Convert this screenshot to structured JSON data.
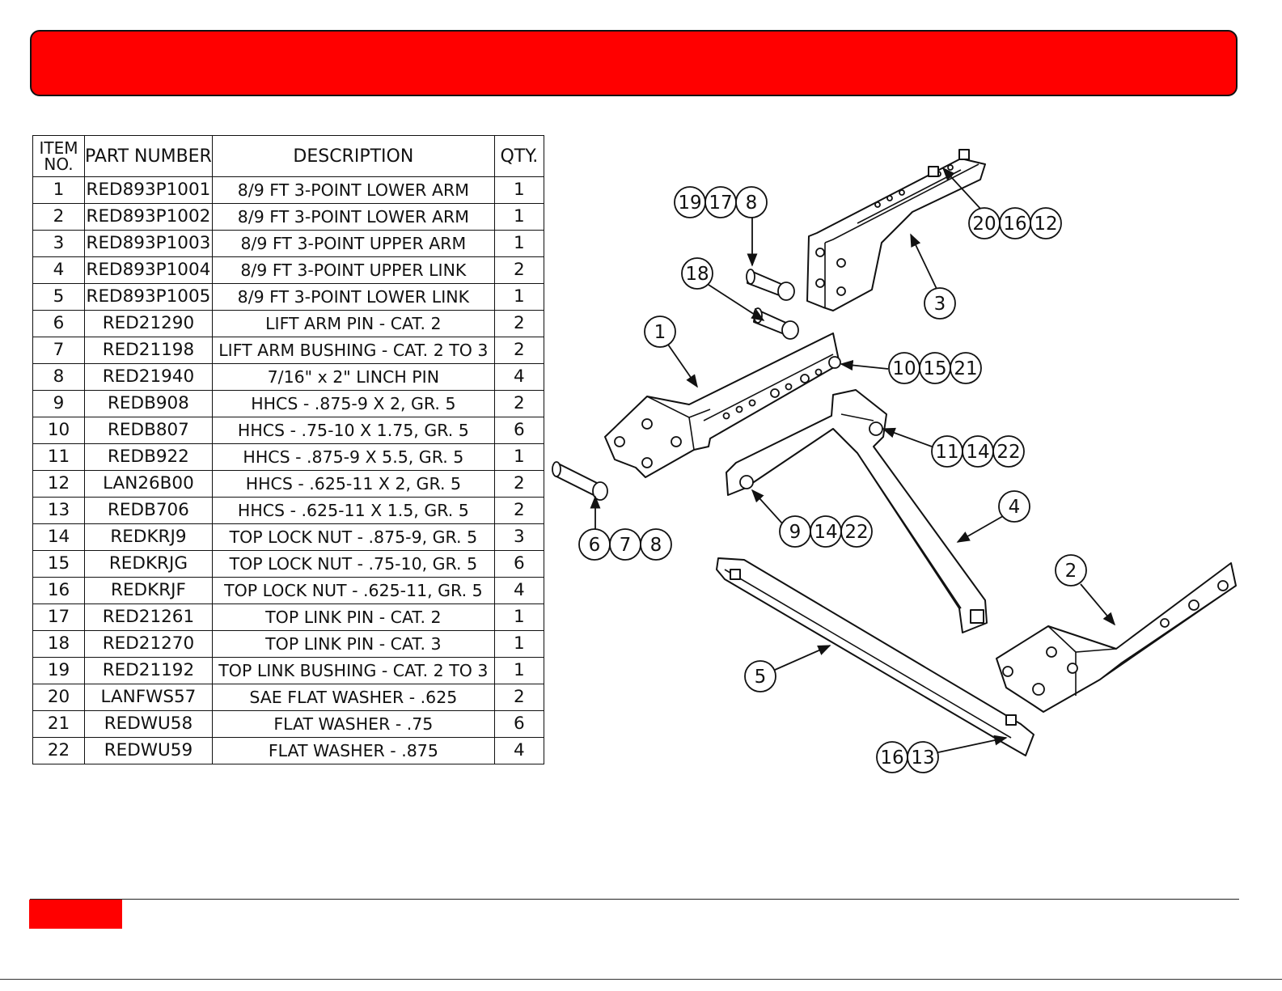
{
  "colors": {
    "header": "#ff0000",
    "footer_tab": "#ff0000",
    "line": "#111111"
  },
  "table": {
    "headers": {
      "item": [
        "ITEM",
        "NO."
      ],
      "part": "PART NUMBER",
      "desc": "DESCRIPTION",
      "qty": "QTY."
    },
    "rows": [
      {
        "item": "1",
        "part": "RED893P1001",
        "desc": "8/9 FT 3-POINT LOWER ARM",
        "qty": "1"
      },
      {
        "item": "2",
        "part": "RED893P1002",
        "desc": "8/9 FT 3-POINT LOWER ARM",
        "qty": "1"
      },
      {
        "item": "3",
        "part": "RED893P1003",
        "desc": "8/9 FT 3-POINT UPPER ARM",
        "qty": "1"
      },
      {
        "item": "4",
        "part": "RED893P1004",
        "desc": "8/9 FT 3-POINT UPPER LINK",
        "qty": "2"
      },
      {
        "item": "5",
        "part": "RED893P1005",
        "desc": "8/9 FT 3-POINT LOWER LINK",
        "qty": "1"
      },
      {
        "item": "6",
        "part": "RED21290",
        "desc": "LIFT ARM PIN - CAT. 2",
        "qty": "2"
      },
      {
        "item": "7",
        "part": "RED21198",
        "desc": "LIFT ARM BUSHING - CAT. 2 TO 3",
        "qty": "2"
      },
      {
        "item": "8",
        "part": "RED21940",
        "desc": "7/16\" x 2\"  LINCH PIN",
        "qty": "4"
      },
      {
        "item": "9",
        "part": "REDB908",
        "desc": "HHCS -  .875-9 X 2, GR. 5",
        "qty": "2"
      },
      {
        "item": "10",
        "part": "REDB807",
        "desc": "HHCS -  .75-10 X 1.75, GR. 5",
        "qty": "6"
      },
      {
        "item": "11",
        "part": "REDB922",
        "desc": "HHCS -  .875-9 X 5.5, GR. 5",
        "qty": "1"
      },
      {
        "item": "12",
        "part": "LAN26B00",
        "desc": "HHCS -  .625-11 X 2, GR. 5",
        "qty": "2"
      },
      {
        "item": "13",
        "part": "REDB706",
        "desc": "HHCS -  .625-11 X 1.5, GR. 5",
        "qty": "2"
      },
      {
        "item": "14",
        "part": "REDKRJ9",
        "desc": "TOP LOCK NUT - .875-9, GR. 5",
        "qty": "3"
      },
      {
        "item": "15",
        "part": "REDKRJG",
        "desc": "TOP LOCK NUT - .75-10, GR. 5",
        "qty": "6"
      },
      {
        "item": "16",
        "part": "REDKRJF",
        "desc": "TOP LOCK NUT - .625-11, GR. 5",
        "qty": "4"
      },
      {
        "item": "17",
        "part": "RED21261",
        "desc": "TOP LINK PIN - CAT. 2",
        "qty": "1"
      },
      {
        "item": "18",
        "part": "RED21270",
        "desc": "TOP LINK PIN - CAT. 3",
        "qty": "1"
      },
      {
        "item": "19",
        "part": "RED21192",
        "desc": "TOP LINK BUSHING - CAT. 2 TO 3",
        "qty": "1"
      },
      {
        "item": "20",
        "part": "LANFWS57",
        "desc": "SAE FLAT WASHER - .625",
        "qty": "2"
      },
      {
        "item": "21",
        "part": "REDWU58",
        "desc": "FLAT WASHER - .75",
        "qty": "6"
      },
      {
        "item": "22",
        "part": "REDWU59",
        "desc": "FLAT WASHER - .875",
        "qty": "4"
      }
    ]
  },
  "diagram": {
    "callouts": {
      "c19_17_8": [
        "19",
        "17",
        "8"
      ],
      "c20_16_12": [
        "20",
        "16",
        "12"
      ],
      "c18": [
        "18"
      ],
      "c3": [
        "3"
      ],
      "c1": [
        "1"
      ],
      "c10_15_21": [
        "10",
        "15",
        "21"
      ],
      "c11_14_22": [
        "11",
        "14",
        "22"
      ],
      "c6_7_8": [
        "6",
        "7",
        "8"
      ],
      "c9_14_22": [
        "9",
        "14",
        "22"
      ],
      "c4": [
        "4"
      ],
      "c2": [
        "2"
      ],
      "c5": [
        "5"
      ],
      "c16_13": [
        "16",
        "13"
      ]
    }
  }
}
